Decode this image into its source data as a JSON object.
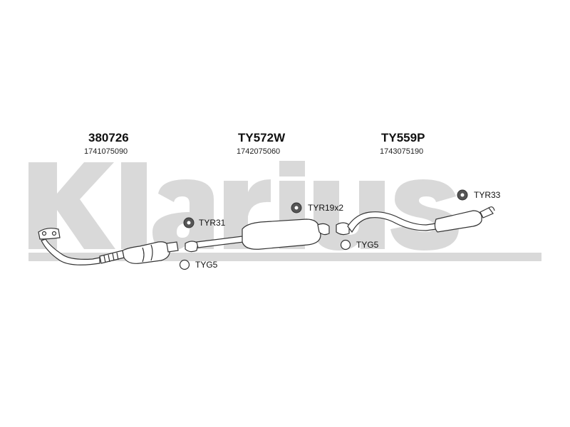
{
  "watermark": {
    "text": "Klarius",
    "color": "#d9d9d9"
  },
  "sections": [
    {
      "code": "380726",
      "part_number": "1741075090"
    },
    {
      "code": "TY572W",
      "part_number": "1742075060"
    },
    {
      "code": "TY559P",
      "part_number": "1743075190"
    }
  ],
  "fittings": {
    "tyr31": "TYR31",
    "tyg5_left": "TYG5",
    "tyr19": "TYR19x2",
    "tyg5_right": "TYG5",
    "tyr33": "TYR33"
  },
  "icons": {
    "rubber_mount": "rubber-hanger-icon",
    "gasket_ring": "gasket-ring-icon"
  },
  "colors": {
    "line": "#333333",
    "fill": "#ffffff",
    "hanger_fill": "#555555"
  }
}
